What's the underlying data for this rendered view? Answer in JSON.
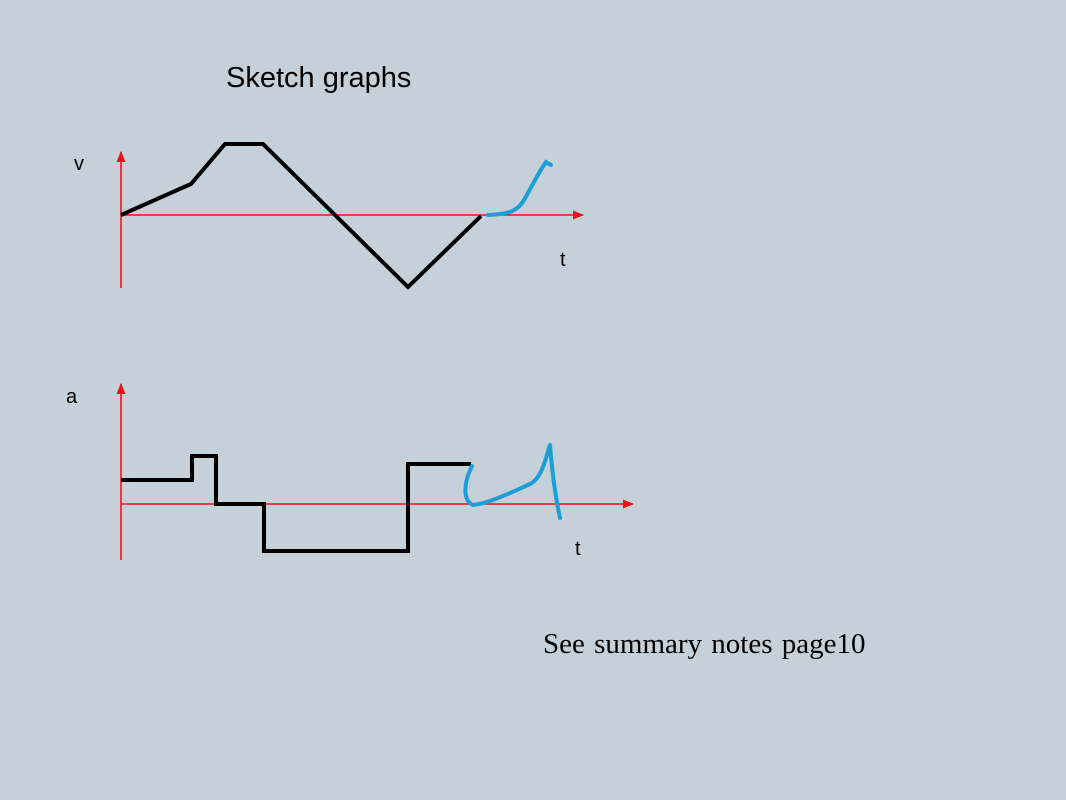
{
  "title": "Sketch graphs",
  "velocity_graph": {
    "y_axis_label": "v",
    "x_axis_label": "t"
  },
  "acceleration_graph": {
    "y_axis_label": "a",
    "x_axis_label": "t"
  },
  "note": "See summary notes page10",
  "colors": {
    "background": "#c5d0d8",
    "axes": "#e8141c",
    "graph_line": "#000000",
    "sketch_line": "#1a9fd6"
  }
}
